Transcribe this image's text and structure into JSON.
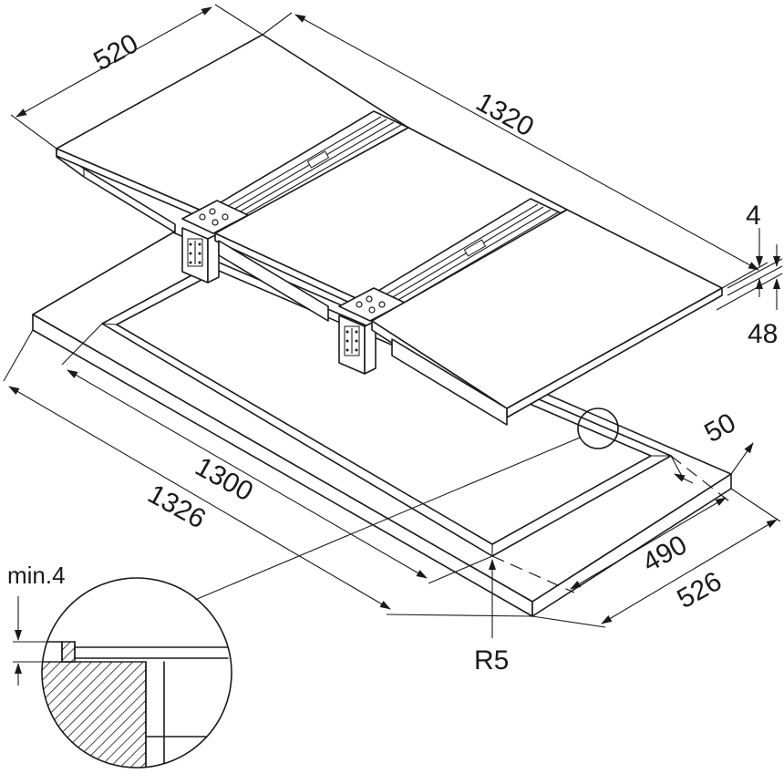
{
  "dimensions": {
    "hob_depth": "520",
    "hob_width": "1320",
    "glass_thickness": "4",
    "hob_height": "48",
    "cutout_width": "1300",
    "worktop_width": "1326",
    "rim_width": "50",
    "cutout_depth": "490",
    "worktop_depth": "526",
    "corner_radius": "R5",
    "min_gap": "min.4"
  }
}
